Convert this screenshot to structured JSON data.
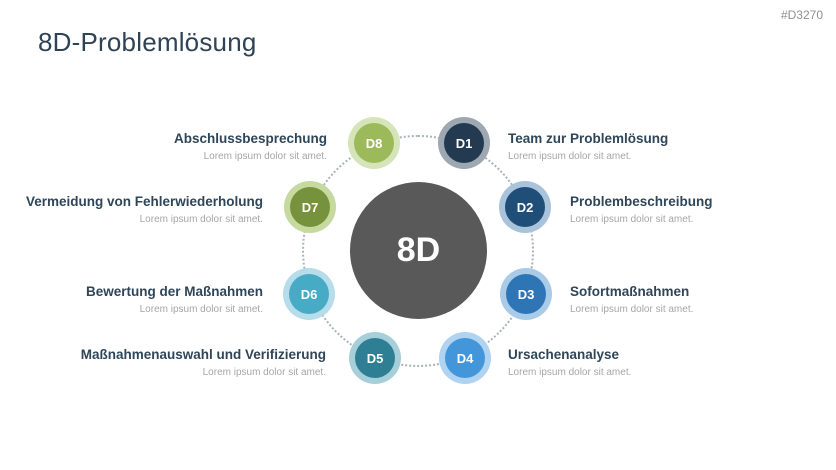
{
  "slide": {
    "title": "8D-Problemlösung",
    "code": "#D3270",
    "center_label": "8D"
  },
  "colors": {
    "title_text": "#2e4356",
    "label_text": "#2f4558",
    "description_text": "#a6a6a6",
    "code_text": "#909090",
    "center_circle": "#595959",
    "dotted_ring": "#aab3ba"
  },
  "nodes": [
    {
      "id": "D1",
      "label": "Team zur Problemlösung",
      "description": "Lorem ipsum dolor sit amet.",
      "fill": "#243a50",
      "ring": "#9da8b2",
      "side": "right"
    },
    {
      "id": "D2",
      "label": "Problembeschreibung",
      "description": "Lorem ipsum dolor sit amet.",
      "fill": "#1f4e79",
      "ring": "#a9c3da",
      "side": "right"
    },
    {
      "id": "D3",
      "label": "Sofortmaßnahmen",
      "description": "Lorem ipsum dolor sit amet.",
      "fill": "#2e75b6",
      "ring": "#a9cbe8",
      "side": "right"
    },
    {
      "id": "D4",
      "label": "Ursachenanalyse",
      "description": "Lorem ipsum dolor sit amet.",
      "fill": "#4496db",
      "ring": "#afd3f0",
      "side": "right"
    },
    {
      "id": "D5",
      "label": "Maßnahmenauswahl und Verifizierung",
      "description": "Lorem ipsum dolor sit amet.",
      "fill": "#2e7f93",
      "ring": "#a6cfd9",
      "side": "left"
    },
    {
      "id": "D6",
      "label": "Bewertung der Maßnahmen",
      "description": "Lorem ipsum dolor sit amet.",
      "fill": "#47abc6",
      "ring": "#b6dde9",
      "side": "left"
    },
    {
      "id": "D7",
      "label": "Vermeidung von Fehlerwiederholung",
      "description": "Lorem ipsum dolor sit amet.",
      "fill": "#76923c",
      "ring": "#c6d99f",
      "side": "left"
    },
    {
      "id": "D8",
      "label": "Abschlussbesprechung",
      "description": "Lorem ipsum dolor sit amet.",
      "fill": "#9cba59",
      "ring": "#d6e4ba",
      "side": "left"
    }
  ]
}
